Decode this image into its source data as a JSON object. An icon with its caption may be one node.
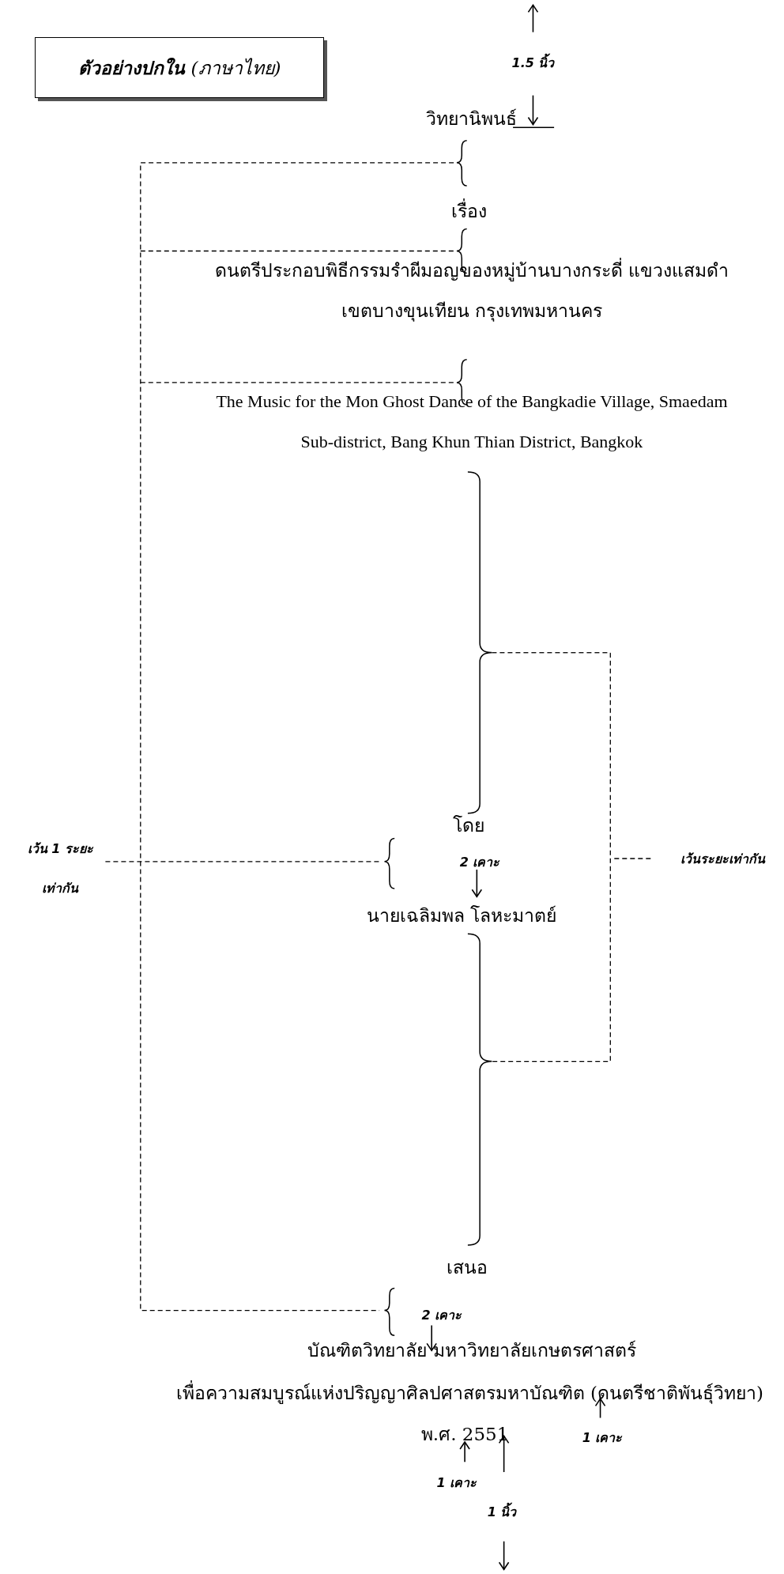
{
  "diagram": {
    "nodes": [
      {
        "text": [
          "**ตัวอย่างปกใน** (ภาษาไทย)"
        ]
      }
    ],
    "labels": [
      "1.5 นิ้ว",
      "วิทยานิพนธ์",
      "เรื่อง",
      "ดนตรีประกอบพิธีกรรมรำผีมอญของหมู่บ้านบางกระดี่ แขวงแสมดำ เขตบางขุนเทียน กรุงเทพมหานคร",
      "The Music for the Mon Ghost Dance of the Bangkadie Village, Smaedam Sub-district, Bang Khun Thian District, Bangkok",
      "โดย",
      "เว้น 1 ระยะ เท่ากัน",
      "2 เคาะ",
      "เว้นระยะเท่ากัน",
      "นายเฉลิมพล โลหะมาตย์",
      "เสนอ",
      "2 เคาะ",
      "บัณฑิตวิทยาลัย มหาวิทยาลัยเกษตรศาสตร์",
      "เพื่อความสมบูรณ์แห่งปริญญาศิลปศาสตรมหาบัณฑิต (ดนตรีชาติพันธุ์วิทยา)",
      "1 เคาะ",
      "พ.ศ. 2551",
      "1 เคาะ",
      "1 นิ้ว"
    ]
  }
}
